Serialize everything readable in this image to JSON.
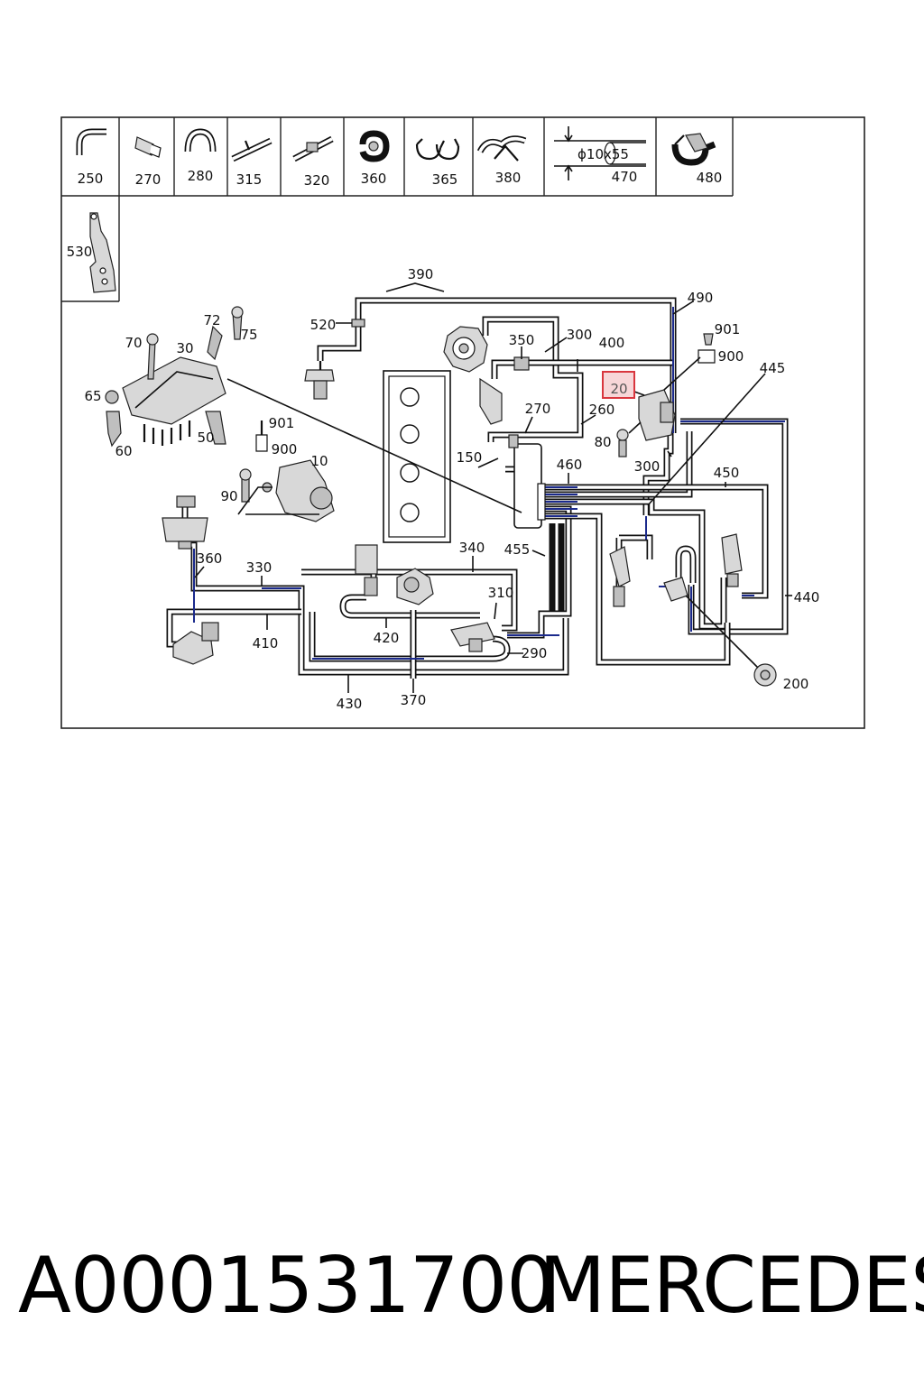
{
  "thumbnails": [
    {
      "label": "250",
      "icon": "hose-elbow-icon"
    },
    {
      "label": "270",
      "icon": "hose-connector-icon"
    },
    {
      "label": "280",
      "icon": "hose-bend-icon"
    },
    {
      "label": "315",
      "icon": "t-connector-icon"
    },
    {
      "label": "320",
      "icon": "straight-connector-icon"
    },
    {
      "label": "360",
      "icon": "clip-icon"
    },
    {
      "label": "365",
      "icon": "double-clip-icon"
    },
    {
      "label": "380",
      "icon": "holder-clip-icon"
    },
    {
      "label": "470",
      "icon": "hose-dimension-icon",
      "dimension": "ϕ10x55"
    },
    {
      "label": "480",
      "icon": "bracket-clip-icon"
    },
    {
      "label": "530",
      "icon": "bracket-plate-icon"
    }
  ],
  "callouts": {
    "c390": "390",
    "c520": "520",
    "c490": "490",
    "c901a": "901",
    "c900a": "900",
    "c300a": "300",
    "c400": "400",
    "c350": "350",
    "c445": "445",
    "c20": "20",
    "c72": "72",
    "c75": "75",
    "c70": "70",
    "c30": "30",
    "c65": "65",
    "c60": "60",
    "c50": "50",
    "c901b": "901",
    "c900b": "900",
    "c10": "10",
    "c90": "90",
    "c270": "270",
    "c260": "260",
    "c150": "150",
    "c80": "80",
    "c300b": "300",
    "c460": "460",
    "c450": "450",
    "c360": "360",
    "c330": "330",
    "c340": "340",
    "c455": "455",
    "c310": "310",
    "c440": "440",
    "c410": "410",
    "c420": "420",
    "c290": "290",
    "c200": "200",
    "c430": "430",
    "c370": "370"
  },
  "highlight_color": "#d9363e",
  "footer": {
    "part_number": "A0001531700",
    "brand": "MERCEDES"
  }
}
